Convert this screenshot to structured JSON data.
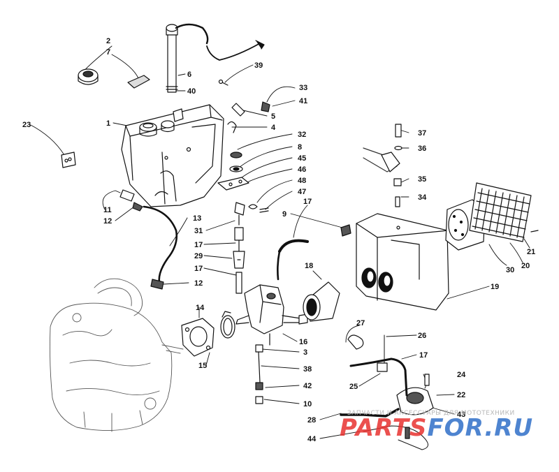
{
  "callouts": [
    {
      "id": "c2",
      "label": "2"
    },
    {
      "id": "c7",
      "label": "7"
    },
    {
      "id": "c6",
      "label": "6"
    },
    {
      "id": "c40",
      "label": "40"
    },
    {
      "id": "c39",
      "label": "39"
    },
    {
      "id": "c33",
      "label": "33"
    },
    {
      "id": "c41",
      "label": "41"
    },
    {
      "id": "c5",
      "label": "5"
    },
    {
      "id": "c4",
      "label": "4"
    },
    {
      "id": "c1",
      "label": "1"
    },
    {
      "id": "c23",
      "label": "23"
    },
    {
      "id": "c32",
      "label": "32"
    },
    {
      "id": "c8",
      "label": "8"
    },
    {
      "id": "c45",
      "label": "45"
    },
    {
      "id": "c46",
      "label": "46"
    },
    {
      "id": "c48",
      "label": "48"
    },
    {
      "id": "c47",
      "label": "47"
    },
    {
      "id": "c37",
      "label": "37"
    },
    {
      "id": "c36",
      "label": "36"
    },
    {
      "id": "c35",
      "label": "35"
    },
    {
      "id": "c34",
      "label": "34"
    },
    {
      "id": "c11",
      "label": "11"
    },
    {
      "id": "c12a",
      "label": "12"
    },
    {
      "id": "c13",
      "label": "13"
    },
    {
      "id": "c31",
      "label": "31"
    },
    {
      "id": "c17a",
      "label": "17"
    },
    {
      "id": "c29",
      "label": "29"
    },
    {
      "id": "c17b",
      "label": "17"
    },
    {
      "id": "c12b",
      "label": "12"
    },
    {
      "id": "c17c",
      "label": "17"
    },
    {
      "id": "c9",
      "label": "9"
    },
    {
      "id": "c18",
      "label": "18"
    },
    {
      "id": "c21",
      "label": "21"
    },
    {
      "id": "c30",
      "label": "30"
    },
    {
      "id": "c20",
      "label": "20"
    },
    {
      "id": "c19",
      "label": "19"
    },
    {
      "id": "c14",
      "label": "14"
    },
    {
      "id": "c15",
      "label": "15"
    },
    {
      "id": "c16",
      "label": "16"
    },
    {
      "id": "c3",
      "label": "3"
    },
    {
      "id": "c38",
      "label": "38"
    },
    {
      "id": "c42",
      "label": "42"
    },
    {
      "id": "c10",
      "label": "10"
    },
    {
      "id": "c27",
      "label": "27"
    },
    {
      "id": "c26",
      "label": "26"
    },
    {
      "id": "c17d",
      "label": "17"
    },
    {
      "id": "c25",
      "label": "25"
    },
    {
      "id": "c24",
      "label": "24"
    },
    {
      "id": "c22",
      "label": "22"
    },
    {
      "id": "c43",
      "label": "43"
    },
    {
      "id": "c28",
      "label": "28"
    },
    {
      "id": "c44",
      "label": "44"
    }
  ],
  "watermark": {
    "line": "ЗАПЧАСТИ И АКСЕССУАРЫ ДЛЯ МОТОТЕХНИКИ",
    "logo_red": "PARTS",
    "logo_blue": "FOR.RU",
    "red_color": "#e8312f",
    "blue_color": "#2f6fc8"
  }
}
